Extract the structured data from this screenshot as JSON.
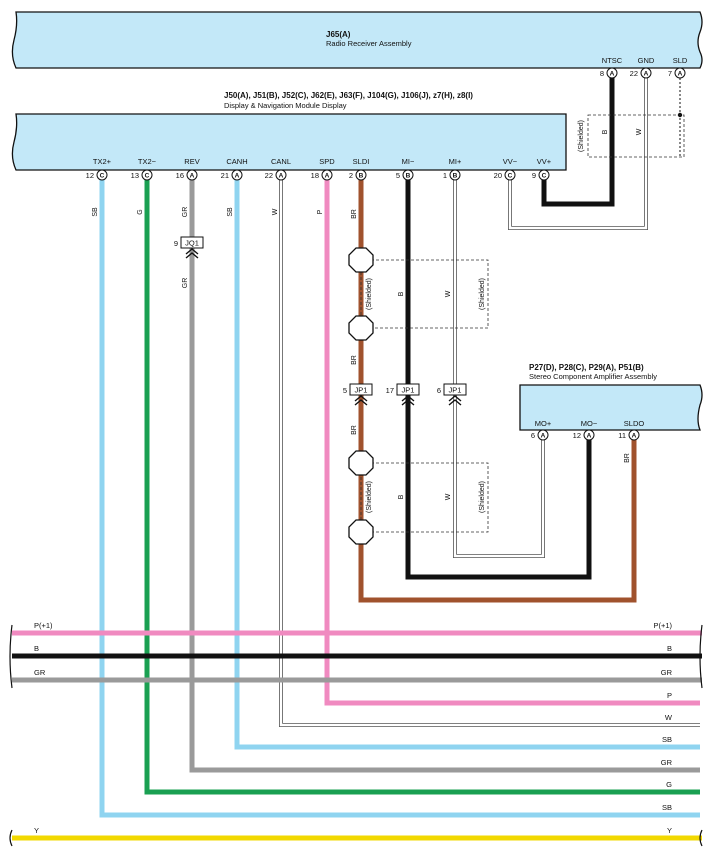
{
  "components": {
    "radio": {
      "code": "J65(A)",
      "name": "Radio Receiver Assembly"
    },
    "display": {
      "code": "J50(A), J51(B), J52(C), J62(E), J63(F), J104(G), J106(J), z7(H), z8(I)",
      "name": "Display & Navigation Module Display"
    },
    "amp": {
      "code": "P27(D), P28(C), P29(A), P51(B)",
      "name": "Stereo Component Amplifier Assembly"
    }
  },
  "radio_pins": [
    {
      "label": "NTSC",
      "num": "8",
      "conn": "A"
    },
    {
      "label": "GND",
      "num": "22",
      "conn": "A"
    },
    {
      "label": "SLD",
      "num": "7",
      "conn": "A"
    }
  ],
  "display_pins": [
    {
      "label": "TX2+",
      "num": "12",
      "conn": "C"
    },
    {
      "label": "TX2−",
      "num": "13",
      "conn": "C"
    },
    {
      "label": "REV",
      "num": "16",
      "conn": "A"
    },
    {
      "label": "CANH",
      "num": "21",
      "conn": "A"
    },
    {
      "label": "CANL",
      "num": "22",
      "conn": "A"
    },
    {
      "label": "SPD",
      "num": "18",
      "conn": "A"
    },
    {
      "label": "SLDI",
      "num": "2",
      "conn": "B"
    },
    {
      "label": "MI−",
      "num": "5",
      "conn": "B"
    },
    {
      "label": "MI+",
      "num": "1",
      "conn": "B"
    },
    {
      "label": "VV−",
      "num": "20",
      "conn": "C"
    },
    {
      "label": "VV+",
      "num": "9",
      "conn": "C"
    }
  ],
  "amp_pins": [
    {
      "label": "MO+",
      "num": "6",
      "conn": "A"
    },
    {
      "label": "MO−",
      "num": "12",
      "conn": "A"
    },
    {
      "label": "SLDO",
      "num": "11",
      "conn": "A"
    }
  ],
  "junctions": {
    "jq1": {
      "label": "JQ1",
      "num": "9"
    },
    "jp1": [
      {
        "label": "JP1",
        "num": "5"
      },
      {
        "label": "JP1",
        "num": "17"
      },
      {
        "label": "JP1",
        "num": "6"
      }
    ]
  },
  "wire_labels": {
    "tx2p": "SB",
    "tx2m": "G",
    "rev_top": "GR",
    "rev_bottom": "GR",
    "canh": "SB",
    "canl": "W",
    "spd": "P",
    "sldi_1": "BR",
    "sldi_2": "BR",
    "sldi_3": "BR",
    "mi_minus": "B",
    "mi_plus": "W",
    "mi_minus_2": "B",
    "mi_plus_2": "W",
    "radio_b": "B",
    "radio_w": "W",
    "amp_br": "BR"
  },
  "shielded": "(Shielded)",
  "buses": [
    {
      "left": "P(+1)",
      "right": "P(+1)",
      "color": "#f08ac0"
    },
    {
      "left": "B",
      "right": "B",
      "color": "#111111"
    },
    {
      "left": "GR",
      "right": "GR",
      "color": "#9a9a9a"
    },
    {
      "left": "",
      "right": "P",
      "color": "#f08ac0"
    },
    {
      "left": "",
      "right": "W",
      "color": "#ffffff"
    },
    {
      "left": "",
      "right": "SB",
      "color": "#8fd4f0"
    },
    {
      "left": "",
      "right": "GR",
      "color": "#9a9a9a"
    },
    {
      "left": "",
      "right": "G",
      "color": "#1aa052"
    },
    {
      "left": "",
      "right": "SB",
      "color": "#8fd4f0"
    },
    {
      "left": "Y",
      "right": "Y",
      "color": "#f2d800"
    }
  ],
  "colors": {
    "connector_fill": "#c3e8f8",
    "SB": "#8fd4f0",
    "G": "#1aa052",
    "GR": "#9a9a9a",
    "P": "#f08ac0",
    "BR": "#a0522d",
    "B": "#111111",
    "Y": "#f2d800"
  }
}
